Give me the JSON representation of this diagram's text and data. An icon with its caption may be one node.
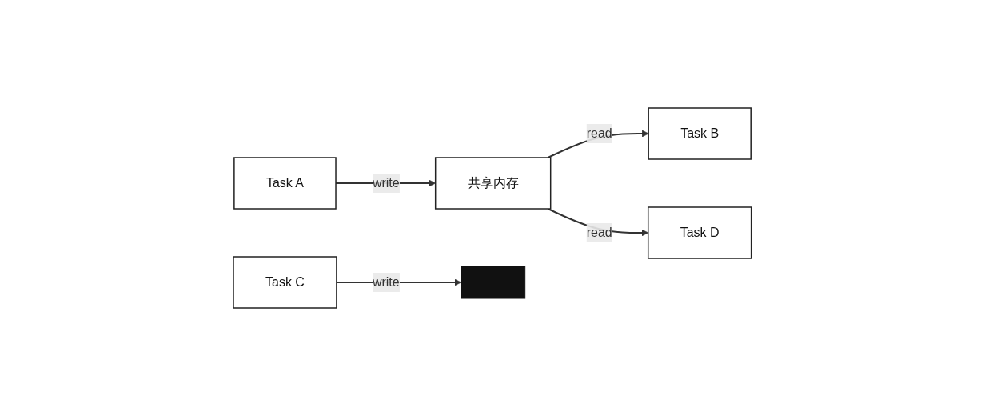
{
  "diagram": {
    "nodes": [
      {
        "text": [
          "Task A"
        ]
      },
      {
        "text": [
          "共享内存"
        ]
      },
      {
        "text": [
          "Task B"
        ]
      },
      {
        "text": [
          "Task C"
        ]
      },
      {
        "text": [],
        "shape": "bar"
      },
      {
        "text": [
          "Task D"
        ]
      }
    ],
    "edges": [
      {
        "from": 0,
        "to": 1,
        "label": "write",
        "arrow": "to"
      },
      {
        "from": 1,
        "to": 2,
        "label": "read",
        "arrow": "to"
      },
      {
        "from": 3,
        "to": 4,
        "label": "write",
        "arrow": "to"
      },
      {
        "from": 1,
        "to": 5,
        "label": "read",
        "arrow": "to"
      }
    ]
  }
}
